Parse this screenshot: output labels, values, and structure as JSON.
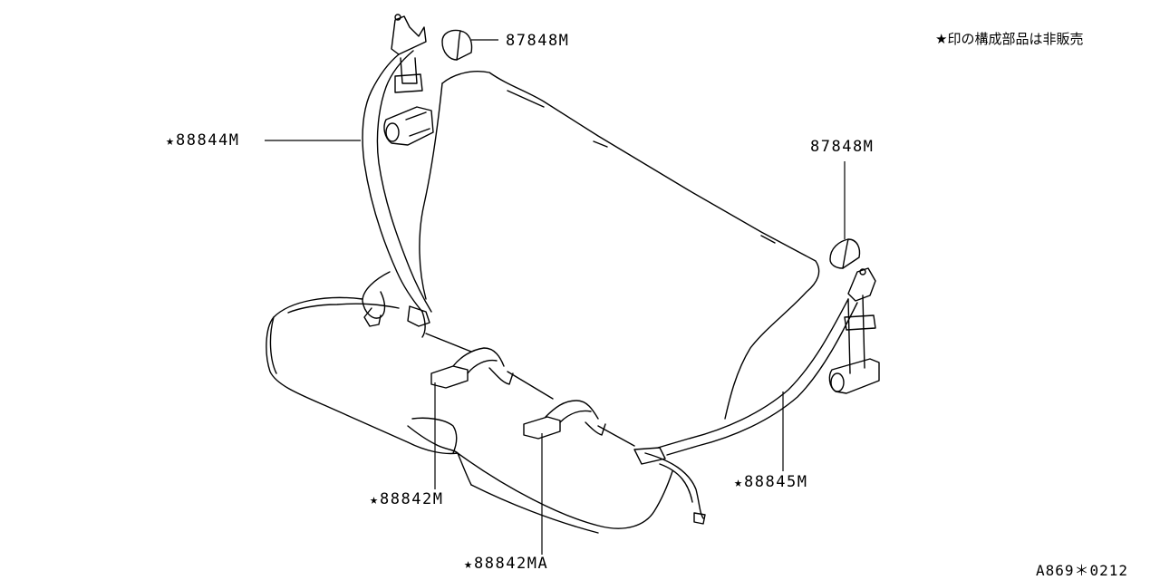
{
  "diagram": {
    "note": "★印の構成部品は非販売",
    "code": "A869＊0212",
    "star_symbol": "★",
    "labels": {
      "part_87848m_top": "87848M",
      "part_87848m_right": "87848M",
      "part_88844m": "88844M",
      "part_88845m": "88845M",
      "part_88842m": "88842M",
      "part_88842ma": "88842MA"
    },
    "starred": {
      "part_87848m_top": false,
      "part_87848m_right": false,
      "part_88844m": true,
      "part_88845m": true,
      "part_88842m": true,
      "part_88842ma": true
    }
  }
}
